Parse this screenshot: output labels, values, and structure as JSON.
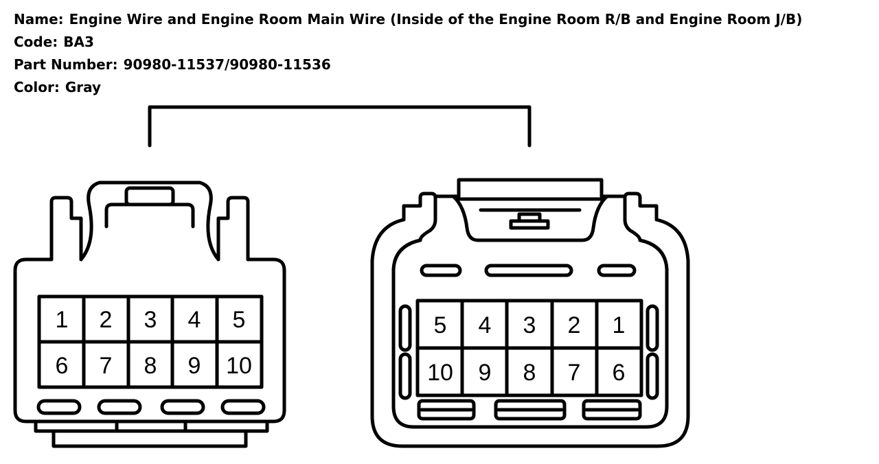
{
  "info": {
    "name_label": "Name:",
    "name_value": "Engine Wire and Engine Room Main Wire (Inside of the Engine Room R/B and Engine Room J/B)",
    "code_label": "Code:",
    "code_value": "BA3",
    "part_label": "Part Number:",
    "part_value": "90980-11537/90980-11536",
    "color_label": "Color:",
    "color_value": "Gray"
  },
  "left_connector": {
    "pins_row1": [
      "1",
      "2",
      "3",
      "4",
      "5"
    ],
    "pins_row2": [
      "6",
      "7",
      "8",
      "9",
      "10"
    ]
  },
  "right_connector": {
    "pins_row1": [
      "5",
      "4",
      "3",
      "2",
      "1"
    ],
    "pins_row2": [
      "10",
      "9",
      "8",
      "7",
      "6"
    ]
  }
}
